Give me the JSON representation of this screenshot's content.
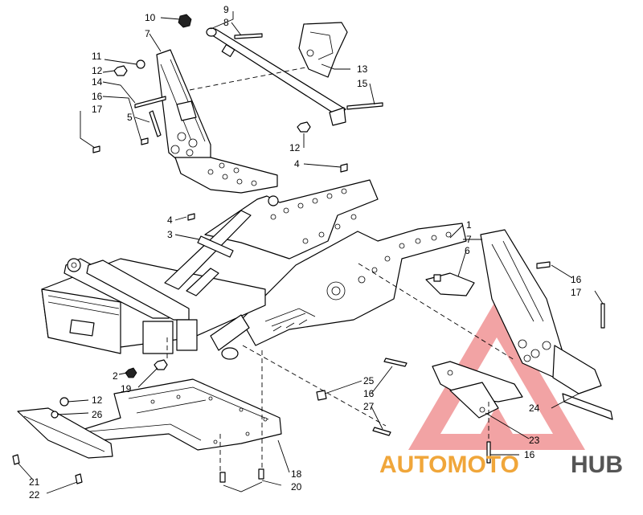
{
  "callouts": [
    {
      "id": "c10a",
      "text": "10"
    },
    {
      "id": "c9",
      "text": "9"
    },
    {
      "id": "c8",
      "text": "8"
    },
    {
      "id": "c7a",
      "text": "7"
    },
    {
      "id": "c11",
      "text": "11"
    },
    {
      "id": "c12a",
      "text": "12"
    },
    {
      "id": "c14",
      "text": "14"
    },
    {
      "id": "c16a",
      "text": "16"
    },
    {
      "id": "c17a",
      "text": "17"
    },
    {
      "id": "c5",
      "text": "5"
    },
    {
      "id": "c13",
      "text": "13"
    },
    {
      "id": "c15",
      "text": "15"
    },
    {
      "id": "c12b",
      "text": "12"
    },
    {
      "id": "c4a",
      "text": "4"
    },
    {
      "id": "c4b",
      "text": "4"
    },
    {
      "id": "c3",
      "text": "3"
    },
    {
      "id": "c1",
      "text": "1"
    },
    {
      "id": "c7b",
      "text": "7"
    },
    {
      "id": "c6",
      "text": "6"
    },
    {
      "id": "c16b",
      "text": "16"
    },
    {
      "id": "c17b",
      "text": "17"
    },
    {
      "id": "c2",
      "text": "2"
    },
    {
      "id": "c19",
      "text": "19"
    },
    {
      "id": "c25",
      "text": "25"
    },
    {
      "id": "c16c",
      "text": "16"
    },
    {
      "id": "c27",
      "text": "27"
    },
    {
      "id": "c12c",
      "text": "12"
    },
    {
      "id": "c26",
      "text": "26"
    },
    {
      "id": "c24",
      "text": "24"
    },
    {
      "id": "c23",
      "text": "23"
    },
    {
      "id": "c16d",
      "text": "16"
    },
    {
      "id": "c21",
      "text": "21"
    },
    {
      "id": "c22",
      "text": "22"
    },
    {
      "id": "c18",
      "text": "18"
    },
    {
      "id": "c20",
      "text": "20"
    }
  ],
  "watermark": {
    "part1": "AUTOMOTO",
    "part2": "HUB",
    "colors": {
      "triangle": "#e8585a",
      "auto": "#f0a63a",
      "hub": "#555555"
    }
  }
}
